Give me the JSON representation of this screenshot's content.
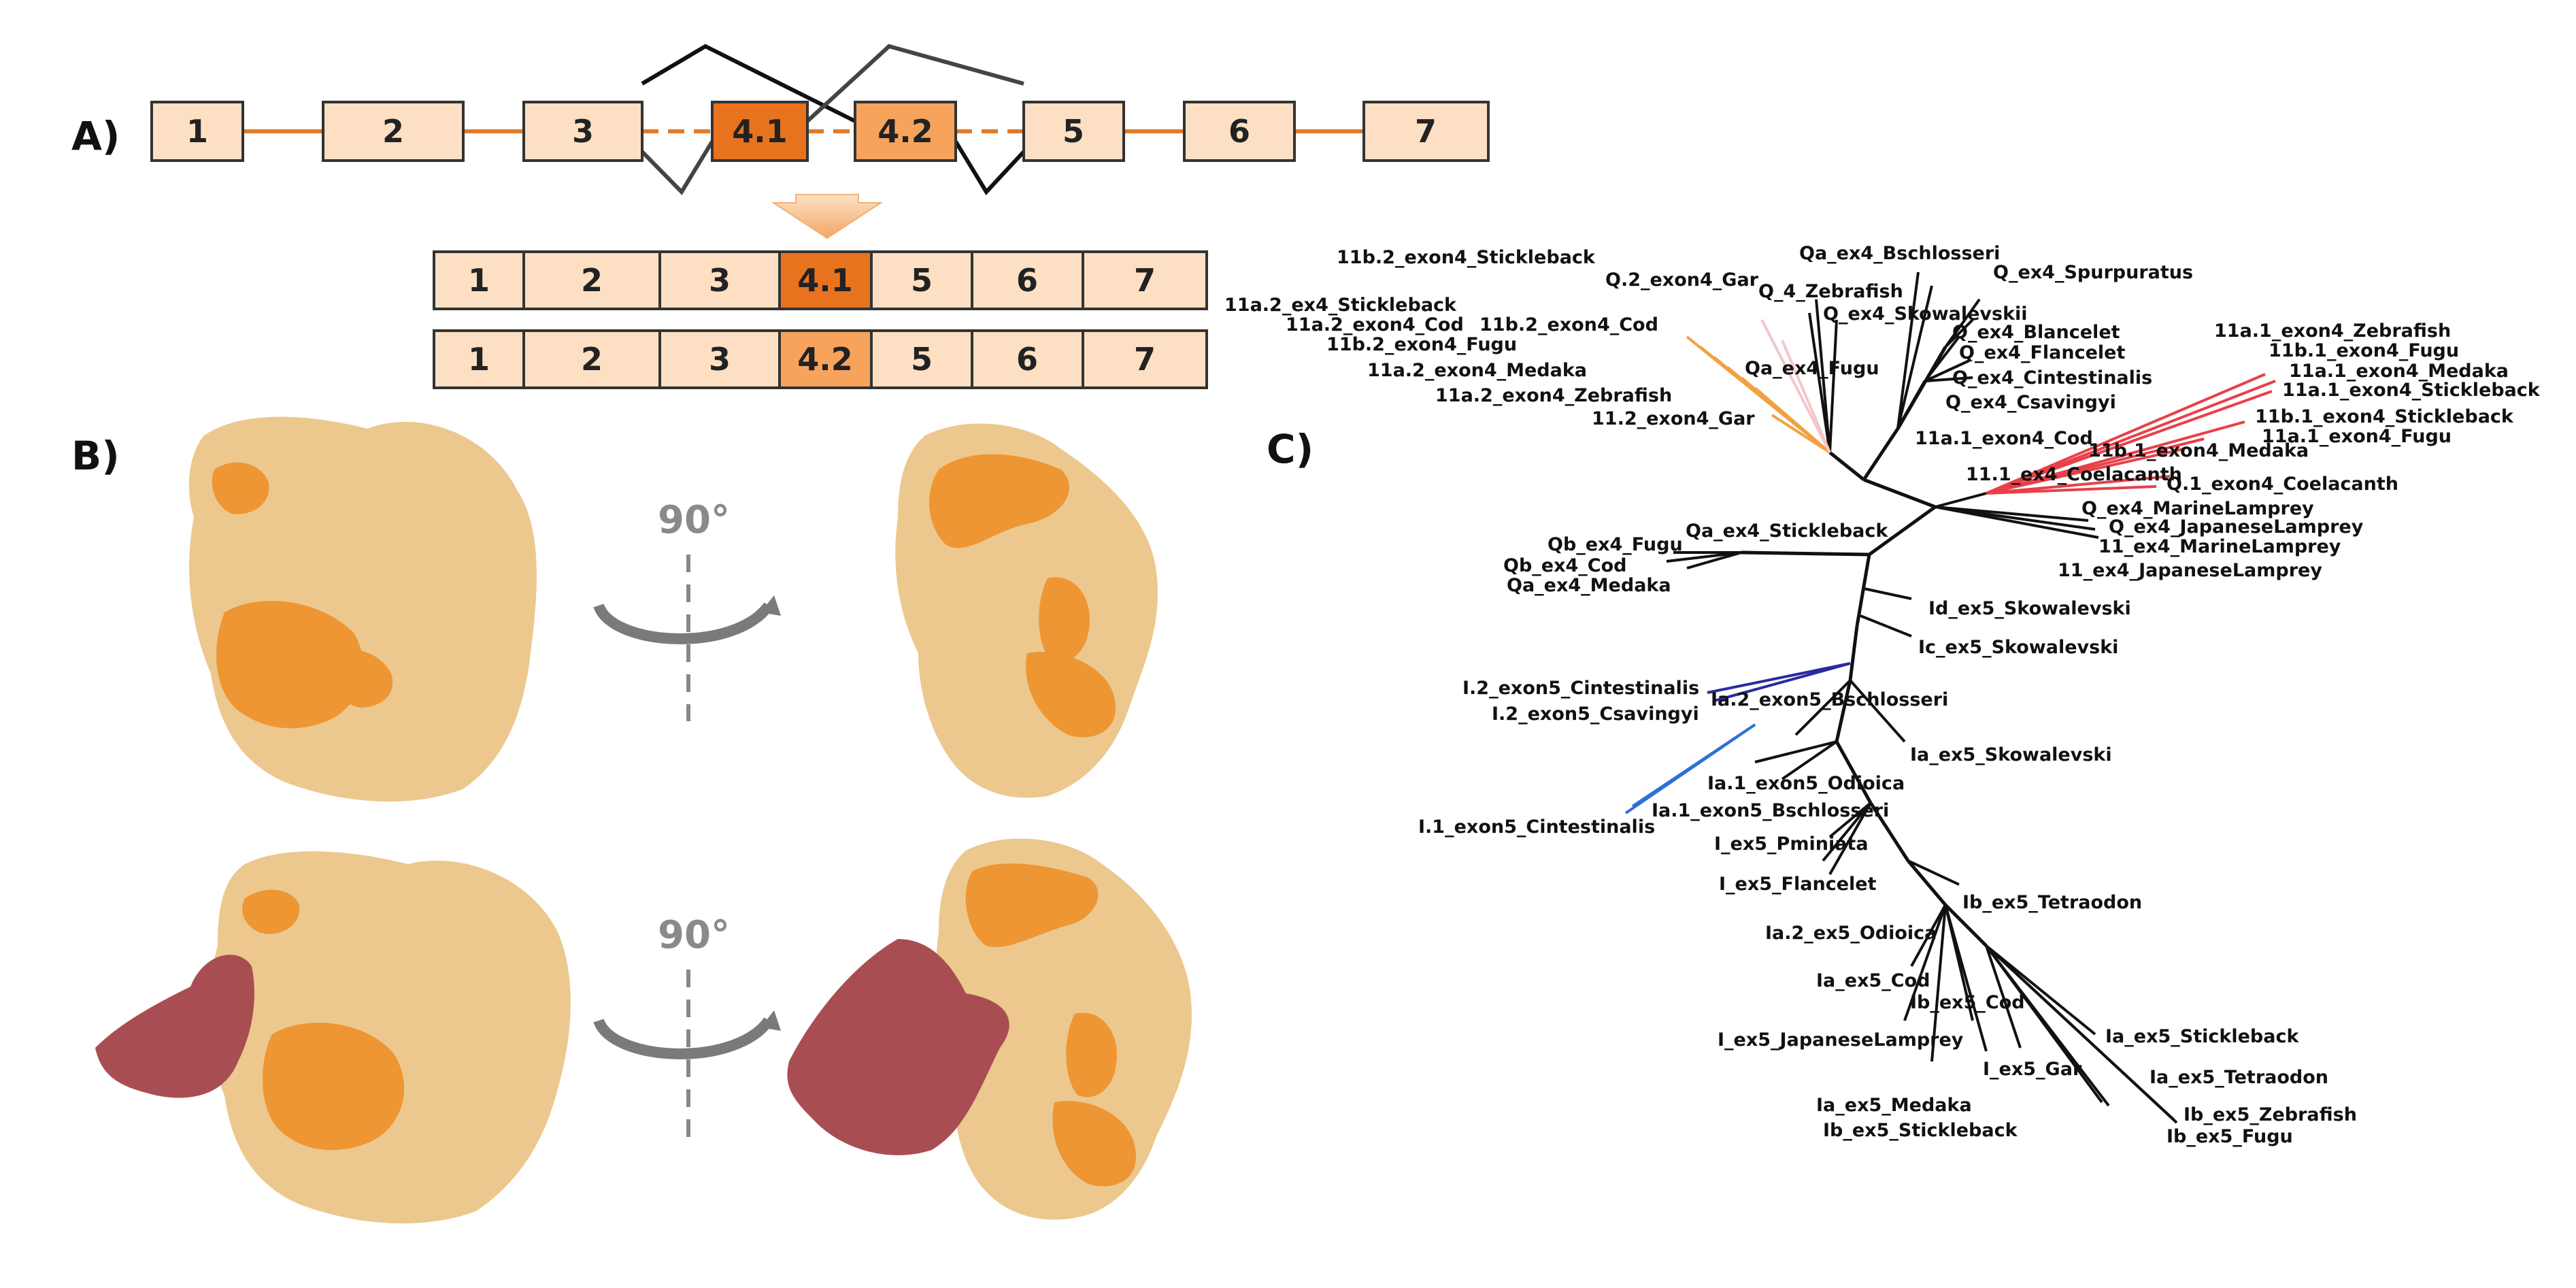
{
  "panels": {
    "a": "A)",
    "b": "B)",
    "c": "C)"
  },
  "colors": {
    "exon_light": "#fde0c3",
    "exon_mid": "#f7a35c",
    "exon_dark": "#e8731f",
    "intron": "#e07b2a",
    "surface_tan": "#ecc88e",
    "surface_orange": "#ee9633",
    "surface_maroon": "#a84e52",
    "branch_black": "#111111",
    "branch_orange": "#f2a141",
    "branch_pink": "#f3c6cc",
    "branch_red": "#e8404a",
    "branch_blue": "#2f6fd8",
    "branch_navy": "#2a2a9e"
  },
  "gene_structure": {
    "exons": [
      "1",
      "2",
      "3",
      "4.1",
      "4.2",
      "5",
      "6",
      "7"
    ],
    "isoform_a": [
      "1",
      "2",
      "3",
      "4.1",
      "5",
      "6",
      "7"
    ],
    "isoform_b": [
      "1",
      "2",
      "3",
      "4.2",
      "5",
      "6",
      "7"
    ]
  },
  "structure": {
    "rotation_top": "90°",
    "rotation_bottom": "90°"
  },
  "tree_labels": [
    "11b.2_exon4_Stickleback",
    "Q.2_exon4_Gar",
    "Qa_ex4_Bschlosseri",
    "Q_ex4_Spurpuratus",
    "Q_4_Zebrafish",
    "Q_ex4_Skowalevskii",
    "Q_ex4_Blancelet",
    "Q_ex4_Flancelet",
    "Q_ex4_Cintestinalis",
    "Q_ex4_Csavingyi",
    "11a.2_ex4_Stickleback",
    "11a.2_exon4_Cod",
    "11b.2_exon4_Cod",
    "11b.2_exon4_Fugu",
    "11a.2_exon4_Medaka",
    "Qa_ex4_Fugu",
    "11a.2_exon4_Zebrafish",
    "11.2_exon4_Gar",
    "11a.1_exon4_Cod",
    "11a.1_exon4_Zebrafish",
    "11b.1_exon4_Fugu",
    "11a.1_exon4_Medaka",
    "11a.1_exon4_Stickleback",
    "11b.1_exon4_Stickleback",
    "11b.1_exon4_Medaka",
    "11a.1_exon4_Fugu",
    "11.1_ex4_Coelacanth",
    "Q.1_exon4_Coelacanth",
    "Q_ex4_MarineLamprey",
    "Q_ex4_JapaneseLamprey",
    "11_ex4_MarineLamprey",
    "11_ex4_JapaneseLamprey",
    "Qa_ex4_Stickleback",
    "Qb_ex4_Fugu",
    "Qb_ex4_Cod",
    "Qa_ex4_Medaka",
    "Id_ex5_Skowalevski",
    "Ic_ex5_Skowalevski",
    "I.2_exon5_Cintestinalis",
    "I.2_exon5_Csavingyi",
    "Ia.2_exon5_Bschlosseri",
    "Ia_ex5_Skowalevski",
    "Ia.1_exon5_Odioica",
    "Ia.1_exon5_Bschlosseri",
    "I.1_exon5_Cintestinalis",
    "I_ex5_Pminiata",
    "I_ex5_Flancelet",
    "Ib_ex5_Tetraodon",
    "Ia.2_ex5_Odioica",
    "Ia_ex5_Cod",
    "Ib_ex5_Cod",
    "I_ex5_JapaneseLamprey",
    "Ia_ex5_Stickleback",
    "I_ex5_Gar",
    "Ia_ex5_Tetraodon",
    "Ia_ex5_Medaka",
    "Ib_ex5_Zebrafish",
    "Ib_ex5_Stickleback",
    "Ib_ex5_Fugu"
  ]
}
